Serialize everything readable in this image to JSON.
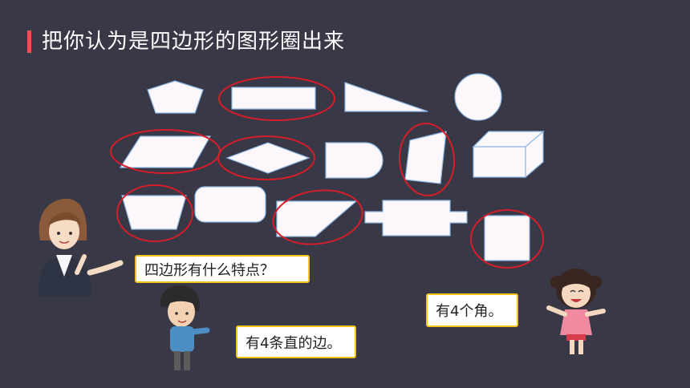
{
  "slide": {
    "title": "把你认为是四边形的图形圈出来",
    "accent_color": "#e4574f",
    "background_color": "#383846"
  },
  "shapes": [
    {
      "name": "pentagon",
      "circled": false
    },
    {
      "name": "rectangle",
      "circled": true
    },
    {
      "name": "right-triangle",
      "circled": false
    },
    {
      "name": "circle",
      "circled": false
    },
    {
      "name": "parallelogram",
      "circled": true
    },
    {
      "name": "rhombus",
      "circled": true
    },
    {
      "name": "d-shape",
      "circled": false
    },
    {
      "name": "quadrilateral",
      "circled": true
    },
    {
      "name": "cuboid",
      "circled": false
    },
    {
      "name": "trapezoid",
      "circled": true
    },
    {
      "name": "rounded-rectangle",
      "circled": false
    },
    {
      "name": "right-trapezoid",
      "circled": true
    },
    {
      "name": "cross-shape",
      "circled": false
    },
    {
      "name": "square",
      "circled": true
    }
  ],
  "bubbles": {
    "teacher": "四边形有什么特点？",
    "boy": "有4条直的边。",
    "girl": "有4个角。"
  },
  "colors": {
    "shape_fill": "#fcf7fa",
    "shape_stroke": "#8fb8e6",
    "circle_mark": "#d61e2a",
    "bubble_border": "#f2c51a"
  }
}
